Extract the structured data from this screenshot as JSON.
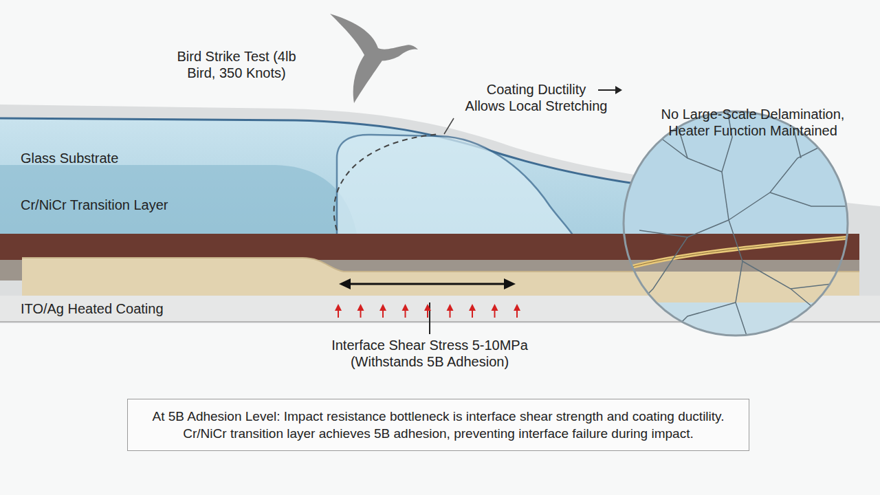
{
  "diagram": {
    "nodes": [
      {
        "text": [
          "At 5B Adhesion Level: Impact resistance bottleneck is interface shear strength and coating ductility. Cr/NiCr transition layer achieves 5B adhesion, preventing interface failure during impact."
        ]
      }
    ],
    "labels": [
      "Bird Strike Test (4lb Bird, 350 Knots)",
      "Coating Ductility Allows Local Stretching",
      "No Large-Scale Delamination, Heater Function Maintained",
      "Glass Substrate",
      "Cr/NiCr Transition Layer",
      "ITO/Ag Heated Coating",
      "Interface Shear Stress 5-10MPa (Withstands 5B Adhesion)"
    ]
  }
}
